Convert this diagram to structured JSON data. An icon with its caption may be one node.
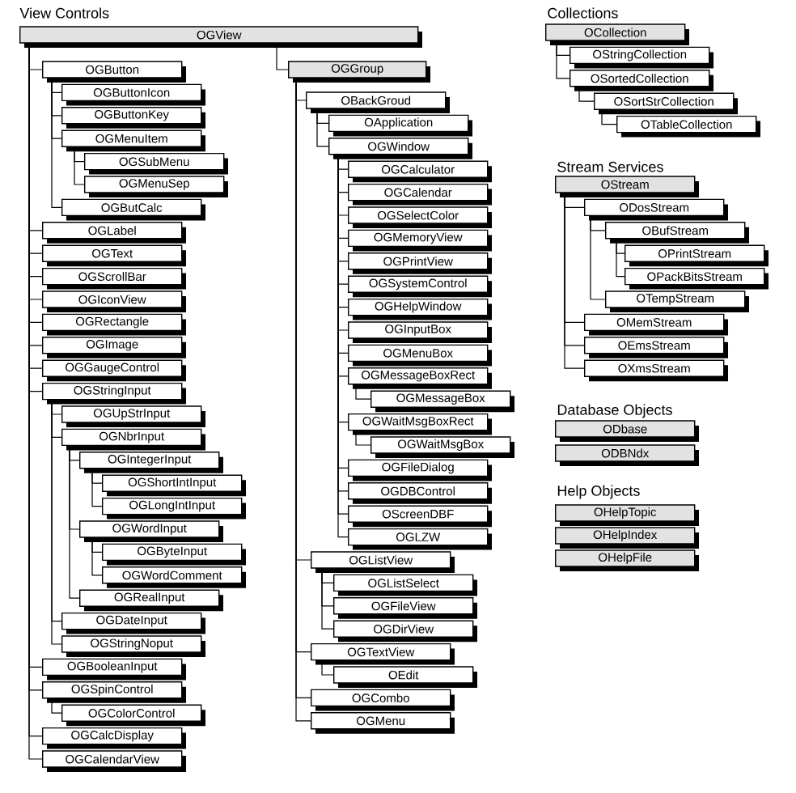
{
  "diagram": {
    "nodes": [
      {
        "text": [
          "OGView"
        ]
      },
      {
        "text": [
          "OGButton"
        ]
      },
      {
        "text": [
          "OGButtonIcon"
        ]
      },
      {
        "text": [
          "OGButtonKey"
        ]
      },
      {
        "text": [
          "OGMenuItem"
        ]
      },
      {
        "text": [
          "OGSubMenu"
        ]
      },
      {
        "text": [
          "OGMenuSep"
        ]
      },
      {
        "text": [
          "OGButCalc"
        ]
      },
      {
        "text": [
          "OGLabel"
        ]
      },
      {
        "text": [
          "OGText"
        ]
      },
      {
        "text": [
          "OGScrollBar"
        ]
      },
      {
        "text": [
          "OGIconView"
        ]
      },
      {
        "text": [
          "OGRectangle"
        ]
      },
      {
        "text": [
          "OGImage"
        ]
      },
      {
        "text": [
          "OGGaugeControl"
        ]
      },
      {
        "text": [
          "OGStringInput"
        ]
      },
      {
        "text": [
          "OGUpStrInput"
        ]
      },
      {
        "text": [
          "OGNbrInput"
        ]
      },
      {
        "text": [
          "OGIntegerInput"
        ]
      },
      {
        "text": [
          "OGShortIntInput"
        ]
      },
      {
        "text": [
          "OGLongIntInput"
        ]
      },
      {
        "text": [
          "OGWordInput"
        ]
      },
      {
        "text": [
          "OGByteInput"
        ]
      },
      {
        "text": [
          "OGWordComment"
        ]
      },
      {
        "text": [
          "OGRealInput"
        ]
      },
      {
        "text": [
          "OGDateInput"
        ]
      },
      {
        "text": [
          "OGStringNoput"
        ]
      },
      {
        "text": [
          "OGBooleanInput"
        ]
      },
      {
        "text": [
          "OGSpinControl"
        ]
      },
      {
        "text": [
          "OGColorControl"
        ]
      },
      {
        "text": [
          "OGCalcDisplay"
        ]
      },
      {
        "text": [
          "OGCalendarView"
        ]
      },
      {
        "text": [
          "OGGroup"
        ]
      },
      {
        "text": [
          "OBackGroud"
        ]
      },
      {
        "text": [
          "OApplication"
        ]
      },
      {
        "text": [
          "OGWindow"
        ]
      },
      {
        "text": [
          "OGCalculator"
        ]
      },
      {
        "text": [
          "OGCalendar"
        ]
      },
      {
        "text": [
          "OGSelectColor"
        ]
      },
      {
        "text": [
          "OGMemoryView"
        ]
      },
      {
        "text": [
          "OGPrintView"
        ]
      },
      {
        "text": [
          "OGSystemControl"
        ]
      },
      {
        "text": [
          "OGHelpWindow"
        ]
      },
      {
        "text": [
          "OGInputBox"
        ]
      },
      {
        "text": [
          "OGMenuBox"
        ]
      },
      {
        "text": [
          "OGMessageBoxRect"
        ]
      },
      {
        "text": [
          "OGMessageBox"
        ]
      },
      {
        "text": [
          "OGWaitMsgBoxRect"
        ]
      },
      {
        "text": [
          "OGWaitMsgBox"
        ]
      },
      {
        "text": [
          "OGFileDialog"
        ]
      },
      {
        "text": [
          "OGDBControl"
        ]
      },
      {
        "text": [
          "OScreenDBF"
        ]
      },
      {
        "text": [
          "OGLZW"
        ]
      },
      {
        "text": [
          "OGListView"
        ]
      },
      {
        "text": [
          "OGListSelect"
        ]
      },
      {
        "text": [
          "OGFileView"
        ]
      },
      {
        "text": [
          "OGDirView"
        ]
      },
      {
        "text": [
          "OGTextView"
        ]
      },
      {
        "text": [
          "OEdit"
        ]
      },
      {
        "text": [
          "OGCombo"
        ]
      },
      {
        "text": [
          "OGMenu"
        ]
      },
      {
        "text": [
          "OCollection"
        ]
      },
      {
        "text": [
          "OStringCollection"
        ]
      },
      {
        "text": [
          "OSortedCollection"
        ]
      },
      {
        "text": [
          "OSortStrCollection"
        ]
      },
      {
        "text": [
          "OTableCollection"
        ]
      },
      {
        "text": [
          "OStream"
        ]
      },
      {
        "text": [
          "ODosStream"
        ]
      },
      {
        "text": [
          "OBufStream"
        ]
      },
      {
        "text": [
          "OPrintStream"
        ]
      },
      {
        "text": [
          "OPackBitsStream"
        ]
      },
      {
        "text": [
          "OTempStream"
        ]
      },
      {
        "text": [
          "OMemStream"
        ]
      },
      {
        "text": [
          "OEmsStream"
        ]
      },
      {
        "text": [
          "OXmsStream"
        ]
      },
      {
        "text": [
          "ODbase"
        ]
      },
      {
        "text": [
          "ODBNdx"
        ]
      },
      {
        "text": [
          "OHelpTopic"
        ]
      },
      {
        "text": [
          "OHelpIndex"
        ]
      },
      {
        "text": [
          "OHelpFile"
        ]
      }
    ],
    "edges": [
      {
        "from": 0,
        "to": 1,
        "arrow": "none"
      },
      {
        "from": 1,
        "to": 2,
        "arrow": "none"
      },
      {
        "from": 1,
        "to": 3,
        "arrow": "none"
      },
      {
        "from": 1,
        "to": 4,
        "arrow": "none"
      },
      {
        "from": 4,
        "to": 5,
        "arrow": "none"
      },
      {
        "from": 4,
        "to": 6,
        "arrow": "none"
      },
      {
        "from": 1,
        "to": 7,
        "arrow": "none"
      },
      {
        "from": 0,
        "to": 8,
        "arrow": "none"
      },
      {
        "from": 0,
        "to": 9,
        "arrow": "none"
      },
      {
        "from": 0,
        "to": 10,
        "arrow": "none"
      },
      {
        "from": 0,
        "to": 11,
        "arrow": "none"
      },
      {
        "from": 0,
        "to": 12,
        "arrow": "none"
      },
      {
        "from": 0,
        "to": 13,
        "arrow": "none"
      },
      {
        "from": 0,
        "to": 14,
        "arrow": "none"
      },
      {
        "from": 0,
        "to": 15,
        "arrow": "none"
      },
      {
        "from": 15,
        "to": 16,
        "arrow": "none"
      },
      {
        "from": 15,
        "to": 17,
        "arrow": "none"
      },
      {
        "from": 17,
        "to": 18,
        "arrow": "none"
      },
      {
        "from": 18,
        "to": 19,
        "arrow": "none"
      },
      {
        "from": 18,
        "to": 20,
        "arrow": "none"
      },
      {
        "from": 17,
        "to": 21,
        "arrow": "none"
      },
      {
        "from": 21,
        "to": 22,
        "arrow": "none"
      },
      {
        "from": 21,
        "to": 23,
        "arrow": "none"
      },
      {
        "from": 17,
        "to": 24,
        "arrow": "none"
      },
      {
        "from": 15,
        "to": 25,
        "arrow": "none"
      },
      {
        "from": 15,
        "to": 26,
        "arrow": "none"
      },
      {
        "from": 0,
        "to": 27,
        "arrow": "none"
      },
      {
        "from": 0,
        "to": 28,
        "arrow": "none"
      },
      {
        "from": 28,
        "to": 29,
        "arrow": "none"
      },
      {
        "from": 0,
        "to": 30,
        "arrow": "none"
      },
      {
        "from": 0,
        "to": 31,
        "arrow": "none"
      },
      {
        "from": 0,
        "to": 32,
        "arrow": "none"
      },
      {
        "from": 32,
        "to": 33,
        "arrow": "none"
      },
      {
        "from": 33,
        "to": 34,
        "arrow": "none"
      },
      {
        "from": 33,
        "to": 35,
        "arrow": "none"
      },
      {
        "from": 35,
        "to": 36,
        "arrow": "none"
      },
      {
        "from": 35,
        "to": 37,
        "arrow": "none"
      },
      {
        "from": 35,
        "to": 38,
        "arrow": "none"
      },
      {
        "from": 35,
        "to": 39,
        "arrow": "none"
      },
      {
        "from": 35,
        "to": 40,
        "arrow": "none"
      },
      {
        "from": 35,
        "to": 41,
        "arrow": "none"
      },
      {
        "from": 35,
        "to": 42,
        "arrow": "none"
      },
      {
        "from": 35,
        "to": 43,
        "arrow": "none"
      },
      {
        "from": 35,
        "to": 44,
        "arrow": "none"
      },
      {
        "from": 35,
        "to": 45,
        "arrow": "none"
      },
      {
        "from": 45,
        "to": 46,
        "arrow": "none"
      },
      {
        "from": 35,
        "to": 47,
        "arrow": "none"
      },
      {
        "from": 47,
        "to": 48,
        "arrow": "none"
      },
      {
        "from": 35,
        "to": 49,
        "arrow": "none"
      },
      {
        "from": 35,
        "to": 50,
        "arrow": "none"
      },
      {
        "from": 35,
        "to": 51,
        "arrow": "none"
      },
      {
        "from": 35,
        "to": 52,
        "arrow": "none"
      },
      {
        "from": 32,
        "to": 53,
        "arrow": "none"
      },
      {
        "from": 53,
        "to": 54,
        "arrow": "none"
      },
      {
        "from": 53,
        "to": 55,
        "arrow": "none"
      },
      {
        "from": 53,
        "to": 56,
        "arrow": "none"
      },
      {
        "from": 32,
        "to": 57,
        "arrow": "none"
      },
      {
        "from": 57,
        "to": 58,
        "arrow": "none"
      },
      {
        "from": 32,
        "to": 59,
        "arrow": "none"
      },
      {
        "from": 32,
        "to": 60,
        "arrow": "none"
      },
      {
        "from": 61,
        "to": 62,
        "arrow": "none"
      },
      {
        "from": 61,
        "to": 63,
        "arrow": "none"
      },
      {
        "from": 63,
        "to": 64,
        "arrow": "none"
      },
      {
        "from": 64,
        "to": 65,
        "arrow": "none"
      },
      {
        "from": 66,
        "to": 67,
        "arrow": "none"
      },
      {
        "from": 67,
        "to": 68,
        "arrow": "none"
      },
      {
        "from": 68,
        "to": 69,
        "arrow": "none"
      },
      {
        "from": 68,
        "to": 70,
        "arrow": "none"
      },
      {
        "from": 67,
        "to": 71,
        "arrow": "none"
      },
      {
        "from": 66,
        "to": 72,
        "arrow": "none"
      },
      {
        "from": 66,
        "to": 73,
        "arrow": "none"
      },
      {
        "from": 66,
        "to": 74,
        "arrow": "none"
      }
    ],
    "labels": [
      "View Controls",
      "Collections",
      "Stream Services",
      "Database Objects",
      "Help Objects"
    ]
  }
}
